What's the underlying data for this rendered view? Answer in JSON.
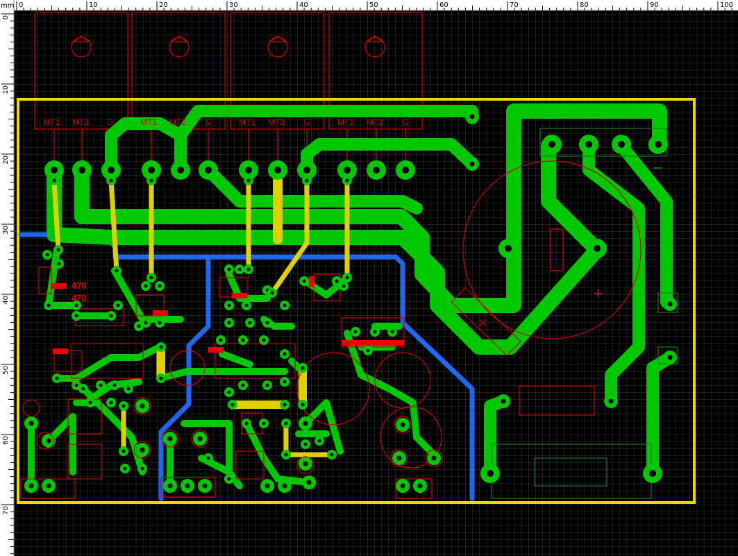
{
  "ruler": {
    "unit": "mm",
    "x_ticks": [
      "0",
      "10",
      "20",
      "30",
      "40",
      "50",
      "60",
      "70",
      "80",
      "90",
      "100"
    ],
    "y_ticks": [
      "0",
      "10",
      "20",
      "30",
      "40",
      "50",
      "60",
      "70"
    ]
  },
  "triacs": [
    {
      "pins": [
        "MT1",
        "MT2",
        "G"
      ]
    },
    {
      "pins": [
        "MT1",
        "MT2",
        "G"
      ]
    },
    {
      "pins": [
        "MT1",
        "MT2",
        "G"
      ]
    },
    {
      "pins": [
        "MT1",
        "MT2",
        "G"
      ]
    }
  ],
  "resistor_values": [
    "470",
    "470"
  ],
  "polarity": {
    "plus": "+",
    "minus": "−"
  },
  "colors": {
    "background": "#000000",
    "grid": "#3a3a3a",
    "copper_top": "#00c800",
    "copper_bottom": "#2266ee",
    "jumper": "#e0d000",
    "board_outline": "#f0d800",
    "silkscreen": "#c00000",
    "ruler_bg": "#ffffff"
  }
}
